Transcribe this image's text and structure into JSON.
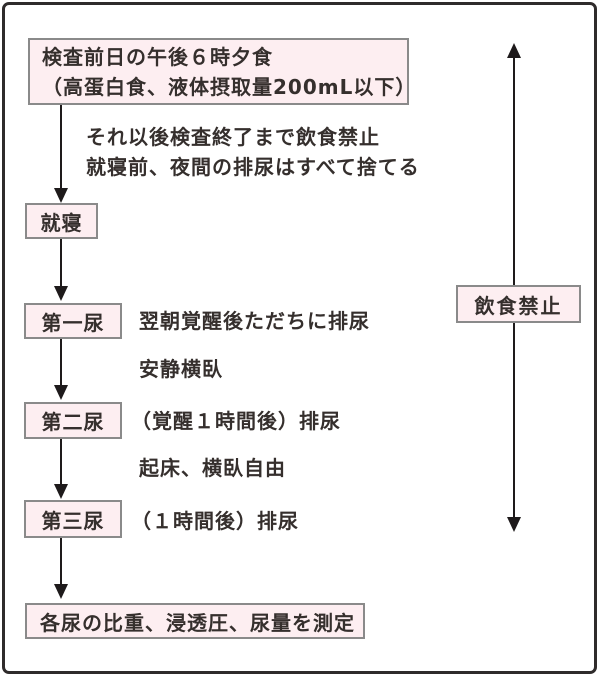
{
  "flow": {
    "dinner_box_line1": "検査前日の午後６時夕食",
    "dinner_box_line2": "（高蛋白食、液体摂取量200mL以下）",
    "note_line1": "それ以後検査終了まで飲食禁止",
    "note_line2": "就寝前、夜間の排尿はすべて捨てる",
    "sleep_box": "就寝",
    "urine1_box": "第一尿",
    "urine1_note": "翌朝覚醒後ただちに排尿",
    "rest_note": "安静横臥",
    "urine2_box": "第二尿",
    "urine2_note": "（覚醒１時間後）排尿",
    "rise_note": "起床、横臥自由",
    "urine3_box": "第三尿",
    "urine3_note": "（１時間後）排尿",
    "measure_box": "各尿の比重、浸透圧、尿量を測定",
    "fasting_box": "飲食禁止"
  },
  "colors": {
    "box_fill": "#fdeef1",
    "box_border": "#8a8a8a",
    "frame_border": "#2f2b2b",
    "arrow": "#1e1a1b",
    "text": "#352f2d"
  }
}
